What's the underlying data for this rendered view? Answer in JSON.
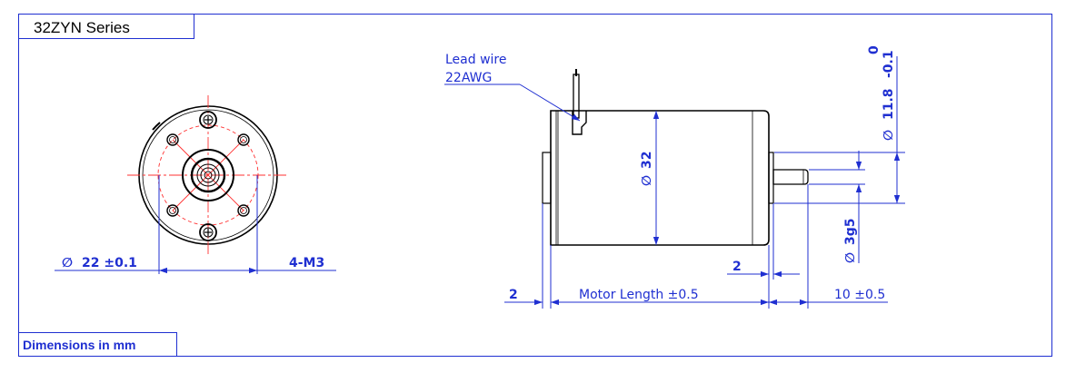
{
  "series_label": "32ZYN Series",
  "units_label": "Dimensions in mm",
  "front_view": {
    "bolt_circle_label": "22 ±0.1",
    "hole_label": "4-M3"
  },
  "side_view": {
    "lead_wire_title": "Lead wire",
    "lead_wire_gauge": "22AWG",
    "body_diameter": "32",
    "flange_diameter": "11.8",
    "flange_tolerance_upper": "0",
    "flange_tolerance_lower": "-0.1",
    "shaft_diameter": "3g5",
    "flange_gap": "2",
    "front_boss": "2",
    "motor_length": "Motor Length ±0.5",
    "shaft_length": "10 ±0.5"
  },
  "symbols": {
    "diameter": "∅"
  },
  "colors": {
    "dimension": "#1f2fd1",
    "centerline": "#ff0000",
    "outline": "#000000"
  }
}
